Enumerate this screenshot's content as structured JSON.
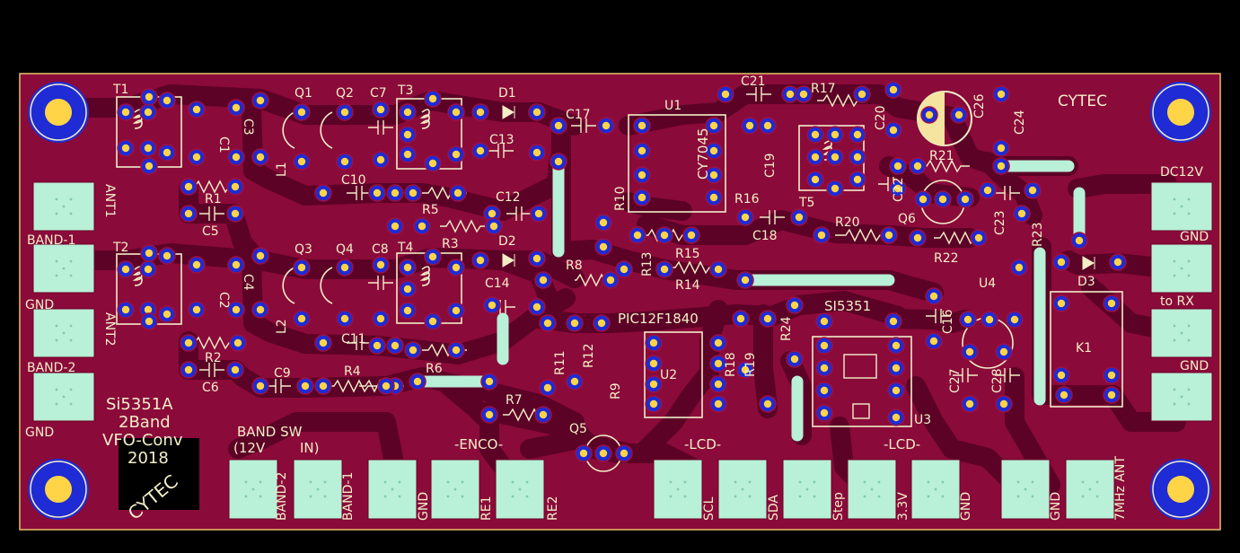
{
  "colors": {
    "background": "#000000",
    "board": "#8a0a3a",
    "board_trace": "#5c0226",
    "silk": "#f2eec8",
    "pad_ring": "#1f2bd4",
    "pad_hole": "#ffd447",
    "jumper": "#b8f0d8",
    "connector_pad": "#b8f0d8",
    "board_outline": "#e8c06a",
    "logo_block": "#000000"
  },
  "labels": {
    "brand": "CYTEC",
    "title_lines": [
      "Si5351A",
      "2Band",
      "VFO-Conv",
      "2018"
    ],
    "logo_text": "CYTEC",
    "ic_u1": "CY7045",
    "ic_u2_part": "PIC12F1840",
    "ic_u3_part": "SI5351",
    "section_band_sw": "BAND SW",
    "band_sw_sub1": "(12V",
    "band_sw_sub2": "IN)",
    "section_enco": "-ENCO-",
    "section_lcd1": "-LCD-",
    "section_lcd2": "-LCD-"
  },
  "refdes": [
    "T1",
    "T2",
    "T3",
    "T4",
    "T5",
    "Q1",
    "Q2",
    "Q3",
    "Q4",
    "Q5",
    "Q6",
    "D1",
    "D2",
    "D3",
    "U1",
    "U2",
    "U3",
    "U4",
    "K1",
    "L1",
    "L2",
    "C1",
    "C2",
    "C3",
    "C4",
    "C5",
    "C6",
    "C7",
    "C8",
    "C9",
    "C10",
    "C11",
    "C12",
    "C13",
    "C14",
    "C16",
    "C17",
    "C18",
    "C19",
    "C20",
    "C21",
    "C22",
    "C23",
    "C24",
    "C26",
    "C27",
    "C28",
    "R1",
    "R2",
    "R3",
    "R4",
    "R5",
    "R6",
    "R7",
    "R8",
    "R9",
    "R10",
    "R11",
    "R12",
    "R13",
    "R14",
    "R15",
    "R16",
    "R17",
    "R18",
    "R19",
    "R20",
    "R21",
    "R22",
    "R23",
    "R24"
  ],
  "connectors_left": [
    "ANT1",
    "BAND-1",
    "GND",
    "ANT2",
    "BAND-2",
    "GND"
  ],
  "connectors_right": [
    "DC12V",
    "GND",
    "to RX",
    "GND"
  ],
  "connectors_bottom": [
    "BAND-2",
    "BAND-1",
    "GND",
    "RE1",
    "RE2",
    "SCL",
    "SDA",
    "Step",
    "3.3V",
    "GND",
    "GND",
    "7MHz ANT"
  ]
}
